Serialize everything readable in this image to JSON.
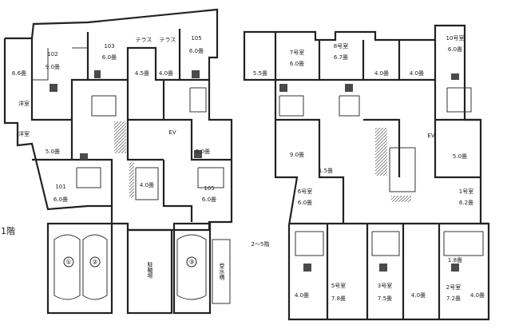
{
  "left_plan": {
    "floor_label": "1階",
    "rooms": [
      {
        "id": "r102",
        "name": "102",
        "size": "9.0畳"
      },
      {
        "id": "r103",
        "name": "103",
        "size": "6.0畳"
      },
      {
        "id": "r105",
        "name": "105",
        "size": "6.0畳"
      },
      {
        "id": "r101",
        "name": "101",
        "size": "6.0畳"
      },
      {
        "id": "r106",
        "name": "105",
        "size": "6.0畳"
      },
      {
        "id": "rl1",
        "name": "",
        "size": "6.6畳"
      },
      {
        "id": "rl2",
        "name": "",
        "size": "5.0畳"
      },
      {
        "id": "rl3",
        "name": "",
        "size": "4.5畳"
      },
      {
        "id": "rl4",
        "name": "",
        "size": "4.0畳"
      },
      {
        "id": "rl5",
        "name": "",
        "size": "4.0畳"
      },
      {
        "id": "rl6",
        "name": "",
        "size": "5.0畳"
      }
    ],
    "terraces": [
      "テラス",
      "テラス"
    ],
    "small_rooms": [
      "洋室",
      "洋室"
    ],
    "ev": "EV",
    "bike_parking": "駐輪場",
    "tank": "受水槽",
    "parking": [
      "①",
      "②",
      "③"
    ]
  },
  "right_plan": {
    "floor_label": "2～5階",
    "rooms": [
      {
        "id": "u7",
        "name": "7号室",
        "size": "6.0畳"
      },
      {
        "id": "u8",
        "name": "8号室",
        "size": "6.7畳"
      },
      {
        "id": "u10",
        "name": "10号室",
        "size": "6.0畳"
      },
      {
        "id": "u6",
        "name": "6号室",
        "size": "6.0畳"
      },
      {
        "id": "u1",
        "name": "1号室",
        "size": "6.2畳"
      },
      {
        "id": "u5",
        "name": "5号室",
        "size": "7.8畳"
      },
      {
        "id": "u3",
        "name": "3号室",
        "size": "7.5畳"
      },
      {
        "id": "u2",
        "name": "2号室",
        "size": "7.2畳"
      }
    ],
    "extra_sizes": [
      "5.5畳",
      "4.0畳",
      "4.0畳",
      "9.0畳",
      "1.5畳",
      "5.0畳",
      "1.8畳",
      "4.0畳",
      "4.0畳",
      "4.0畳"
    ],
    "ev": "EV"
  }
}
